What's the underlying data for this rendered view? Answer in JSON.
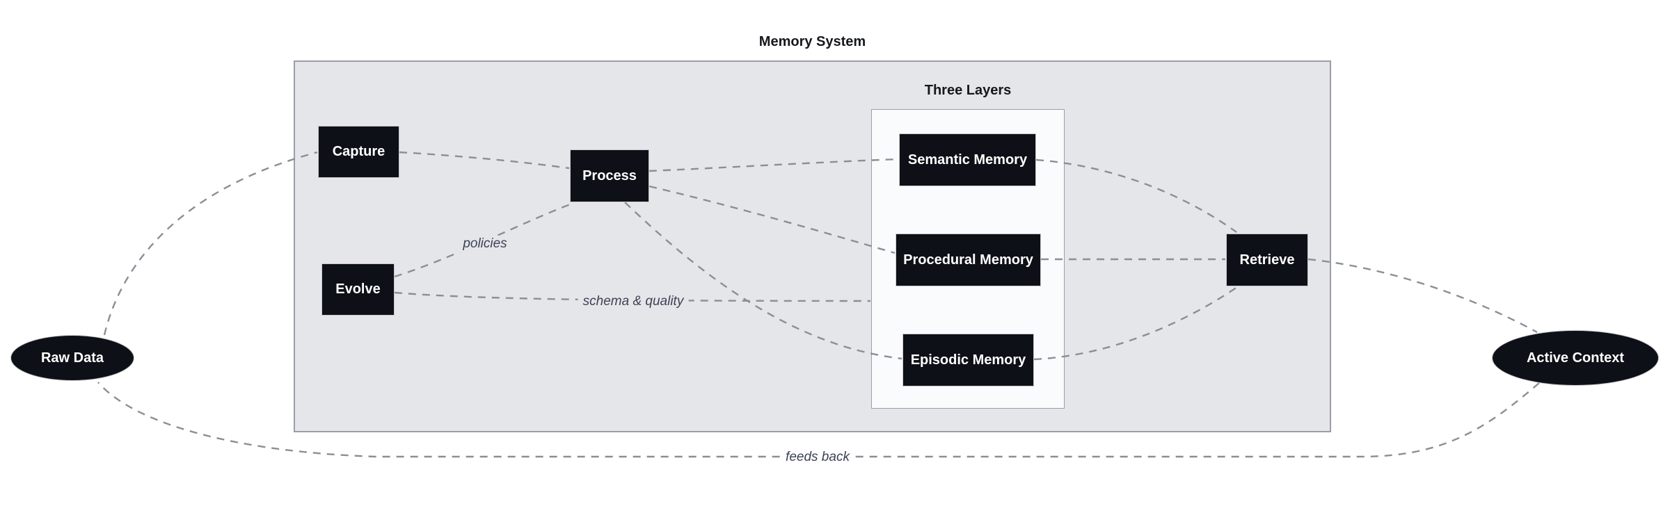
{
  "diagram": {
    "type": "flowchart",
    "clusters": {
      "outer": {
        "title": "Memory System"
      },
      "inner": {
        "title": "Three Layers"
      }
    },
    "nodes": {
      "raw_data": {
        "label": "Raw Data",
        "shape": "ellipse"
      },
      "capture": {
        "label": "Capture",
        "shape": "rect"
      },
      "process": {
        "label": "Process",
        "shape": "rect"
      },
      "evolve": {
        "label": "Evolve",
        "shape": "rect"
      },
      "semantic": {
        "label": "Semantic Memory",
        "shape": "rect"
      },
      "procedural": {
        "label": "Procedural Memory",
        "shape": "rect"
      },
      "episodic": {
        "label": "Episodic Memory",
        "shape": "rect"
      },
      "retrieve": {
        "label": "Retrieve",
        "shape": "rect"
      },
      "active_context": {
        "label": "Active Context",
        "shape": "ellipse"
      }
    },
    "edges": [
      {
        "from": "Raw Data",
        "to": "Capture",
        "label": "",
        "style": "dashed"
      },
      {
        "from": "Capture",
        "to": "Process",
        "label": "",
        "style": "dashed"
      },
      {
        "from": "Evolve",
        "to": "Process",
        "label": "policies",
        "style": "dashed"
      },
      {
        "from": "Evolve",
        "to": "Three Layers",
        "label": "schema & quality",
        "style": "dashed"
      },
      {
        "from": "Process",
        "to": "Semantic Memory",
        "label": "",
        "style": "dashed"
      },
      {
        "from": "Process",
        "to": "Procedural Memory",
        "label": "",
        "style": "dashed"
      },
      {
        "from": "Process",
        "to": "Episodic Memory",
        "label": "",
        "style": "dashed"
      },
      {
        "from": "Semantic Memory",
        "to": "Retrieve",
        "label": "",
        "style": "dashed"
      },
      {
        "from": "Procedural Memory",
        "to": "Retrieve",
        "label": "",
        "style": "dashed"
      },
      {
        "from": "Episodic Memory",
        "to": "Retrieve",
        "label": "",
        "style": "dashed"
      },
      {
        "from": "Retrieve",
        "to": "Active Context",
        "label": "",
        "style": "dashed"
      },
      {
        "from": "Active Context",
        "to": "Raw Data",
        "label": "feeds back",
        "style": "dashed"
      }
    ],
    "colors": {
      "page_bg": "#ffffff",
      "node_fill": "#0d1016",
      "node_text": "#ffffff",
      "cluster_outer_fill": "#e5e6ea",
      "cluster_inner_fill": "#fafbfc",
      "cluster_border": "#9b9ea8",
      "edge_stroke": "#8b8e96",
      "edge_label_text": "#3d4255",
      "title_text": "#16181d"
    }
  }
}
